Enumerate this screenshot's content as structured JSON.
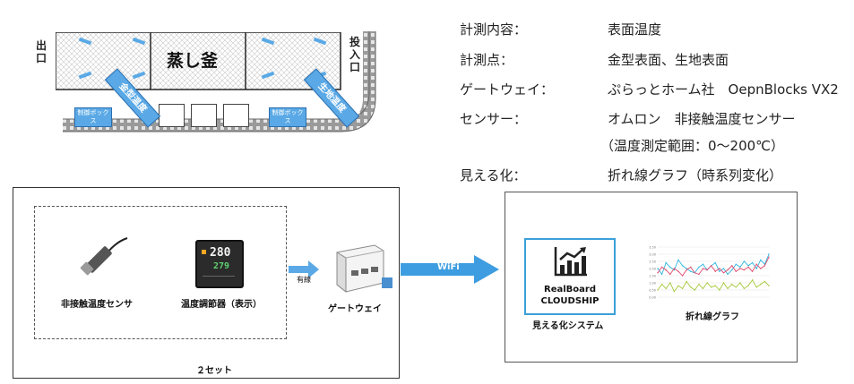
{
  "factory": {
    "kettle_label": "蒸し釜",
    "exit_label": "出口",
    "entry_label": "投入口",
    "mold_surface_tag": "金型温度",
    "dough_surface_tag": "生地温度",
    "control_box_left": "制御ボックス",
    "control_box_right": "制御ボックス"
  },
  "specs": [
    {
      "key": "計測内容：",
      "value": "表面温度"
    },
    {
      "key": "計測点：",
      "value": "金型表面、生地表面"
    },
    {
      "key": "ゲートウェイ：",
      "value": "ぷらっとホーム社　OepnBlocks VX2"
    },
    {
      "key": "センサー：",
      "value": "オムロン　非接触温度センサー"
    },
    {
      "key": "",
      "value": "（温度測定範囲：0～200℃）"
    },
    {
      "key": "見える化：",
      "value": "折れ線グラフ（時系列変化）"
    }
  ],
  "hardware": {
    "sensor_label": "非接触温度センサ",
    "controller_label": "温度調節器（表示）",
    "controller_pv": "280",
    "controller_sv": "279",
    "wired_label": "有線",
    "gateway_label": "ゲートウェイ",
    "set_label": "２セット"
  },
  "wifi_label": "WiFi",
  "visualization": {
    "product_name": "RealBoard",
    "product_sub": "CLOUDSHIP",
    "system_label": "見える化システム",
    "graph_label": "折れ線グラフ"
  },
  "chart_data": {
    "type": "line",
    "title": "",
    "xlabel": "",
    "ylabel": "",
    "yticks": [
      "3.50",
      "3.00",
      "2.50",
      "2.00",
      "1.50",
      "1.00",
      "0.50",
      "0.00"
    ],
    "ylim": [
      0,
      3.5
    ],
    "grid": true,
    "series": [
      {
        "color": "#2fb6e0",
        "values": [
          2.0,
          1.6,
          2.4,
          2.1,
          1.9,
          2.6,
          2.2,
          2.0,
          1.8,
          1.7,
          2.1,
          2.3,
          1.9,
          2.2,
          2.4,
          1.8,
          2.0,
          1.6,
          1.9,
          2.3,
          2.1,
          2.5,
          2.2,
          2.4,
          2.0,
          2.6,
          2.3,
          3.0
        ]
      },
      {
        "color": "#e04a6e",
        "values": [
          1.7,
          2.1,
          1.9,
          1.6,
          2.0,
          1.8,
          1.5,
          1.9,
          2.1,
          1.7,
          1.6,
          2.0,
          1.9,
          2.2,
          1.8,
          2.0,
          1.7,
          1.9,
          2.2,
          1.8,
          2.0,
          1.9,
          2.1,
          1.8,
          2.3,
          2.0,
          2.2,
          2.8
        ]
      },
      {
        "color": "#a6c93a",
        "values": [
          0.5,
          0.9,
          0.6,
          1.0,
          0.4,
          0.8,
          0.6,
          1.1,
          0.7,
          0.5,
          0.9,
          0.6,
          1.0,
          0.7,
          0.8,
          0.5,
          1.0,
          0.6,
          0.9,
          0.7,
          1.0,
          0.6,
          0.8,
          1.2,
          0.7,
          0.9,
          1.1,
          0.8
        ]
      }
    ]
  }
}
